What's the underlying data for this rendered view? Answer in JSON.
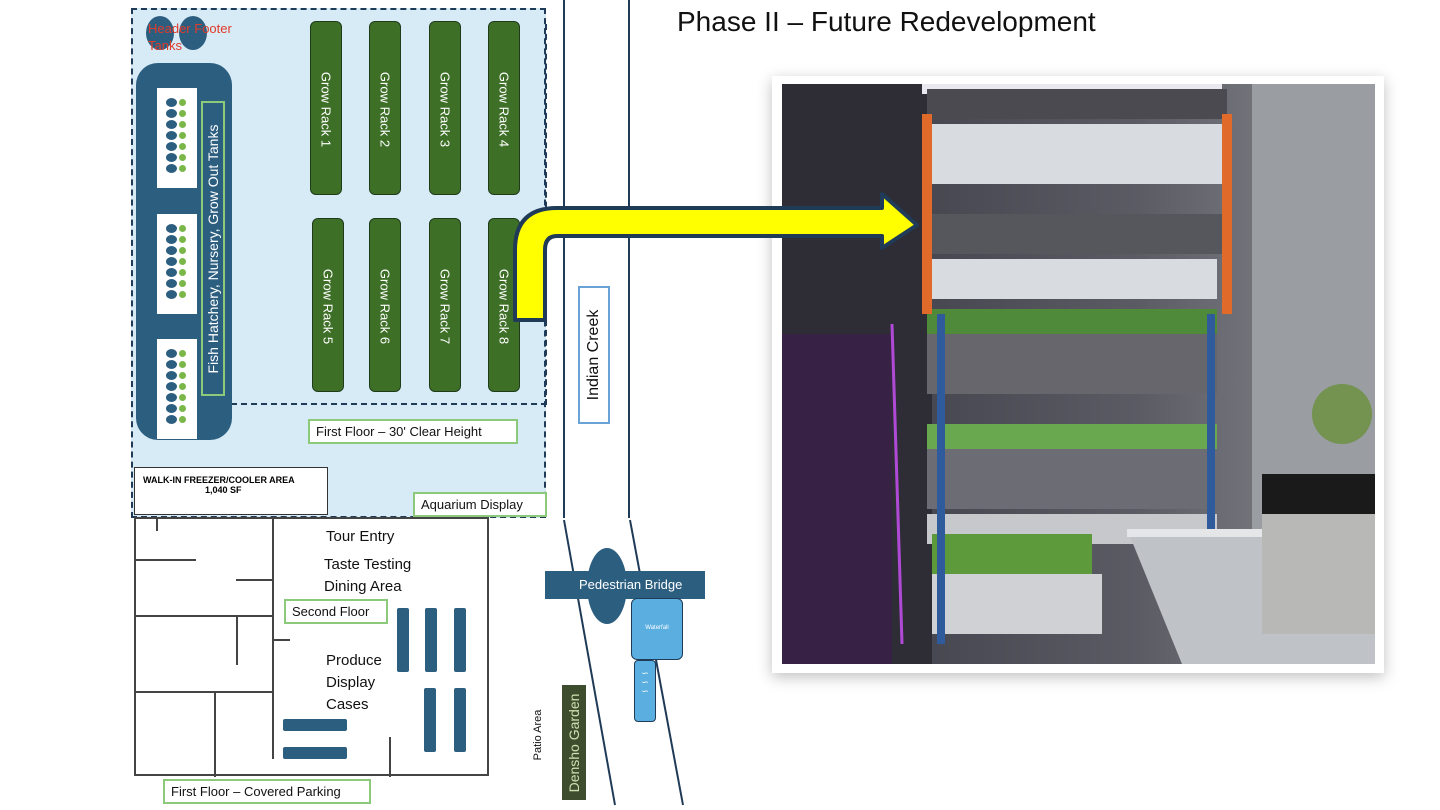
{
  "title": "Phase II – Future Redevelopment",
  "labels": {
    "header_footer_tanks": "Header Footer Tanks",
    "fish_hatchery": "Fish Hatchery, Nursery, Grow Out Tanks",
    "first_floor_clear": "First Floor – 30' Clear Height",
    "aquarium_display": "Aquarium Display",
    "freezer_line1": "WALK-IN FREEZER/COOLER AREA",
    "freezer_line2": "1,040 SF",
    "tour_entry": "Tour Entry",
    "taste_testing_1": "Taste Testing",
    "taste_testing_2": "Dining Area",
    "second_floor": "Second Floor",
    "produce_1": "Produce",
    "produce_2": "Display",
    "produce_3": "Cases",
    "first_floor_parking": "First Floor – Covered Parking",
    "indian_creek": "Indian Creek",
    "pedestrian_bridge": "Pedestrian Bridge",
    "waterfall": "Waterfall",
    "densho_garden": "Densho Garden",
    "patio_area": "Patio Area"
  },
  "grow_racks": [
    "Grow Rack 1",
    "Grow Rack 2",
    "Grow Rack 3",
    "Grow Rack 4",
    "Grow Rack 5",
    "Grow Rack 6",
    "Grow Rack 7",
    "Grow Rack 8"
  ],
  "colors": {
    "plan_fill": "#d6ebf5",
    "dark_blue": "#2c5e80",
    "rack_green": "#3e6f27",
    "label_border": "#8cc97b",
    "arrow_yellow": "#ffff00",
    "arrow_outline": "#1f3b57",
    "red_label": "#e23b2b"
  },
  "photo": {
    "description_icon": "vertical-grow-rack-photo"
  }
}
